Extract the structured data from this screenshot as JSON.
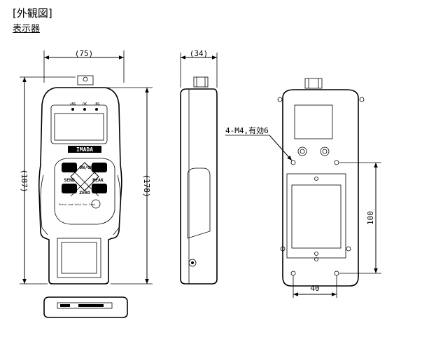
{
  "header": {
    "title": "[外観図]",
    "subtitle": "表示器"
  },
  "dimensions": {
    "front_width": "(75)",
    "side_depth": "(34)",
    "total_height": "(187)",
    "body_height": "(178)",
    "mount_spacing_v": "100",
    "mount_spacing_h": "40"
  },
  "callout": {
    "screws": "4-M4,有効6"
  },
  "device": {
    "brand": "IMADA",
    "indicators": [
      "+NG",
      "OK",
      "-NG"
    ],
    "keys": {
      "on_off": "ON/OFF",
      "send": "SEND",
      "peak": "PEAK",
      "zero": "ZERO"
    },
    "memo_note": "Press and hold for 3sec"
  }
}
